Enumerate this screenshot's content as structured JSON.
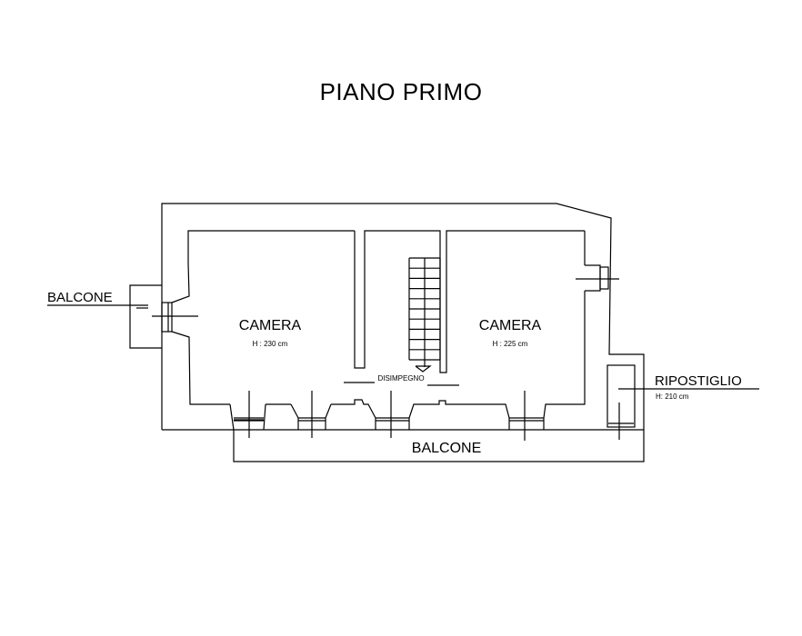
{
  "title": "PIANO PRIMO",
  "rooms": {
    "camera_left": {
      "label": "CAMERA",
      "height": "H : 230 cm"
    },
    "camera_right": {
      "label": "CAMERA",
      "height": "H : 225 cm"
    },
    "disimpegno": {
      "label": "DISIMPEGNO"
    },
    "ripostiglio": {
      "label": "RIPOSTIGLIO",
      "height": "H: 210 cm"
    },
    "balcone_left": {
      "label": "BALCONE"
    },
    "balcone_bottom": {
      "label": "BALCONE"
    }
  }
}
